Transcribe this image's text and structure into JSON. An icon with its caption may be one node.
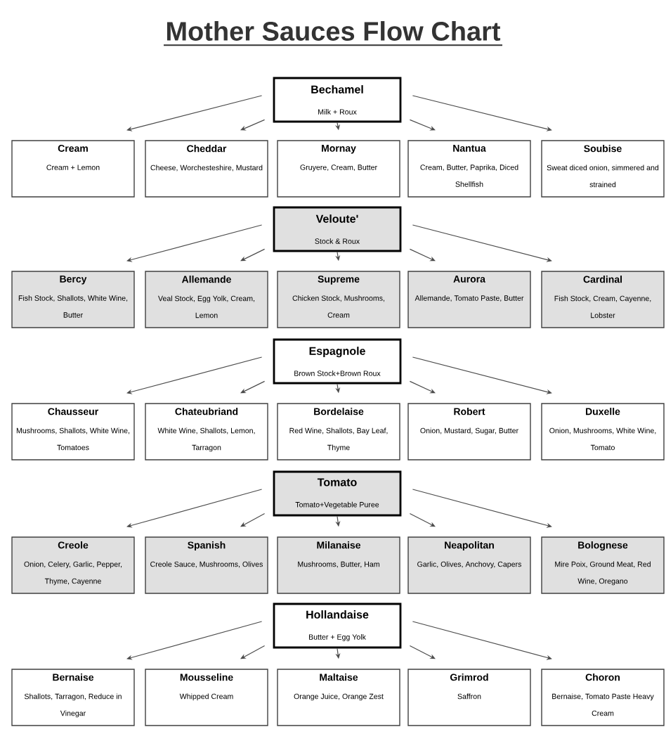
{
  "diagram": {
    "title": "Mother Sauces Flow Chart",
    "nodes": [
      {
        "text": [
          "Bechamel",
          "Milk + Roux"
        ]
      },
      {
        "text": [
          "Cream",
          "Cream + Lemon"
        ]
      },
      {
        "text": [
          "Cheddar",
          "Cheese, Worchesteshire, Mustard"
        ]
      },
      {
        "text": [
          "Mornay",
          "Gruyere, Cream, Butter"
        ]
      },
      {
        "text": [
          "Nantua",
          "Cream, Butter, Paprika, Diced Shellfish"
        ]
      },
      {
        "text": [
          "Soubise",
          "Sweat diced onion, simmered and strained"
        ]
      },
      {
        "text": [
          "Veloute'",
          "Stock & Roux"
        ]
      },
      {
        "text": [
          "Bercy",
          "Fish Stock, Shallots, White Wine, Butter"
        ]
      },
      {
        "text": [
          "Allemande",
          "Veal Stock, Egg Yolk, Cream, Lemon"
        ]
      },
      {
        "text": [
          "Supreme",
          "Chicken Stock, Mushrooms, Cream"
        ]
      },
      {
        "text": [
          "Aurora",
          "Allemande, Tomato Paste, Butter"
        ]
      },
      {
        "text": [
          "Cardinal",
          "Fish Stock, Cream, Cayenne, Lobster"
        ]
      },
      {
        "text": [
          "Espagnole",
          "Brown Stock+Brown Roux"
        ]
      },
      {
        "text": [
          "Chausseur",
          "Mushrooms, Shallots, White Wine, Tomatoes"
        ]
      },
      {
        "text": [
          "Chateubriand",
          "White Wine, Shallots, Lemon, Tarragon"
        ]
      },
      {
        "text": [
          "Bordelaise",
          "Red Wine, Shallots, Bay Leaf, Thyme"
        ]
      },
      {
        "text": [
          "Robert",
          "Onion, Mustard, Sugar, Butter"
        ]
      },
      {
        "text": [
          "Duxelle",
          "Onion, Mushrooms, White Wine, Tomato"
        ]
      },
      {
        "text": [
          "Tomato",
          "Tomato+Vegetable Puree"
        ]
      },
      {
        "text": [
          "Creole",
          "Onion, Celery, Garlic, Pepper, Thyme, Cayenne"
        ]
      },
      {
        "text": [
          "Spanish",
          "Creole Sauce, Mushrooms, Olives"
        ]
      },
      {
        "text": [
          "Milanaise",
          "Mushrooms, Butter, Ham"
        ]
      },
      {
        "text": [
          "Neapolitan",
          "Garlic, Olives, Anchovy, Capers"
        ]
      },
      {
        "text": [
          "Bolognese",
          "Mire Poix, Ground Meat, Red Wine, Oregano"
        ]
      },
      {
        "text": [
          "Hollandaise",
          "Butter + Egg Yolk"
        ]
      },
      {
        "text": [
          "Bernaise",
          "Shallots, Tarragon, Reduce in Vinegar"
        ]
      },
      {
        "text": [
          "Mousseline",
          "Whipped Cream"
        ]
      },
      {
        "text": [
          "Maltaise",
          "Orange Juice, Orange Zest"
        ]
      },
      {
        "text": [
          "Grimrod",
          "Saffron"
        ]
      },
      {
        "text": [
          "Choron",
          "Bernaise, Tomato Paste Heavy Cream"
        ]
      }
    ],
    "edges": [
      {
        "from": 0,
        "to": 1,
        "arrow": "to"
      },
      {
        "from": 0,
        "to": 2,
        "arrow": "to"
      },
      {
        "from": 0,
        "to": 3,
        "arrow": "to"
      },
      {
        "from": 0,
        "to": 4,
        "arrow": "to"
      },
      {
        "from": 0,
        "to": 5,
        "arrow": "to"
      },
      {
        "from": 6,
        "to": 7,
        "arrow": "to"
      },
      {
        "from": 6,
        "to": 8,
        "arrow": "to"
      },
      {
        "from": 6,
        "to": 9,
        "arrow": "to"
      },
      {
        "from": 6,
        "to": 10,
        "arrow": "to"
      },
      {
        "from": 6,
        "to": 11,
        "arrow": "to"
      },
      {
        "from": 12,
        "to": 13,
        "arrow": "to"
      },
      {
        "from": 12,
        "to": 14,
        "arrow": "to"
      },
      {
        "from": 12,
        "to": 15,
        "arrow": "to"
      },
      {
        "from": 12,
        "to": 16,
        "arrow": "to"
      },
      {
        "from": 12,
        "to": 17,
        "arrow": "to"
      },
      {
        "from": 18,
        "to": 19,
        "arrow": "to"
      },
      {
        "from": 18,
        "to": 20,
        "arrow": "to"
      },
      {
        "from": 18,
        "to": 21,
        "arrow": "to"
      },
      {
        "from": 18,
        "to": 22,
        "arrow": "to"
      },
      {
        "from": 18,
        "to": 23,
        "arrow": "to"
      },
      {
        "from": 24,
        "to": 25,
        "arrow": "to"
      },
      {
        "from": 24,
        "to": 26,
        "arrow": "to"
      },
      {
        "from": 24,
        "to": 27,
        "arrow": "to"
      },
      {
        "from": 24,
        "to": 28,
        "arrow": "to"
      },
      {
        "from": 24,
        "to": 29,
        "arrow": "to"
      }
    ]
  }
}
